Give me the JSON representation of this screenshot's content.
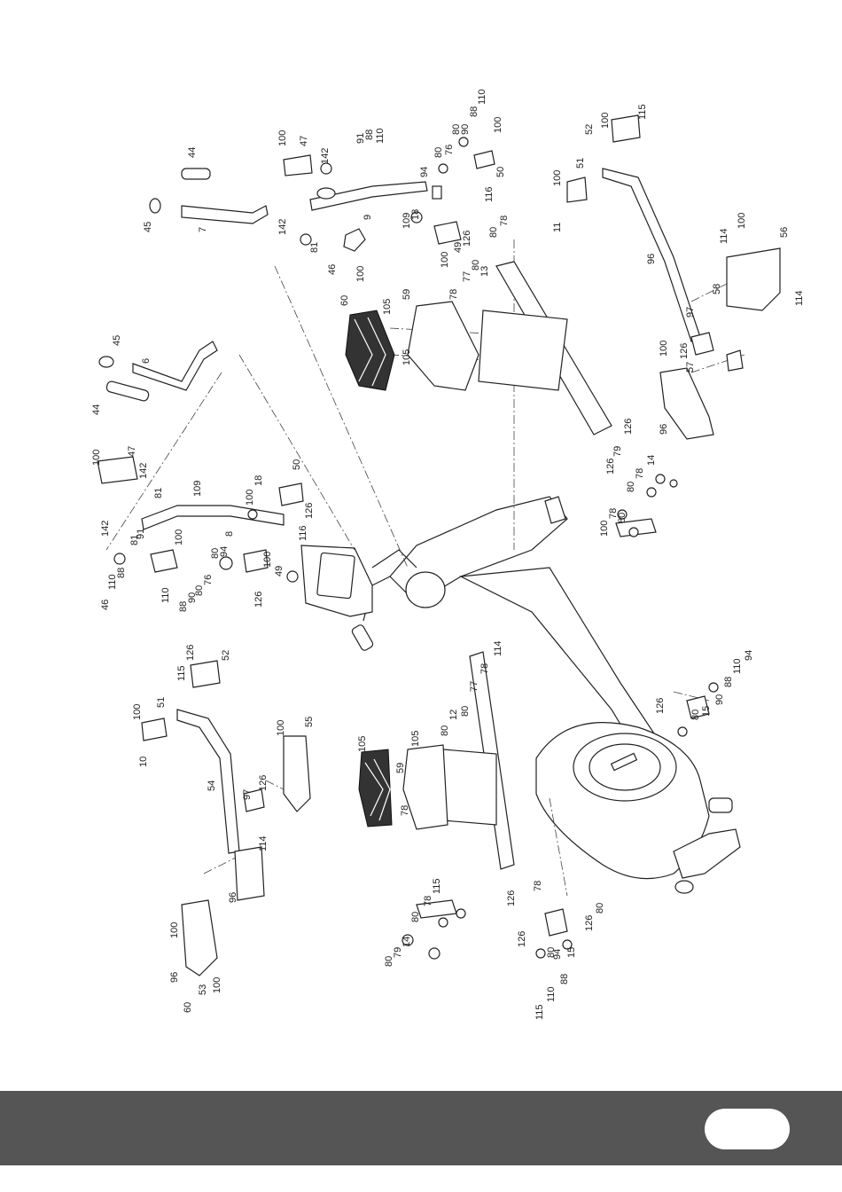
{
  "diagram": {
    "callouts": [
      "45",
      "7",
      "44",
      "142",
      "81",
      "91",
      "88",
      "110",
      "47",
      "100",
      "142",
      "46",
      "100",
      "9",
      "94",
      "80",
      "76",
      "80",
      "90",
      "88",
      "110",
      "100",
      "116",
      "50",
      "109",
      "18",
      "126",
      "49",
      "100",
      "13",
      "80",
      "78",
      "77",
      "80",
      "78",
      "105",
      "59",
      "60",
      "105",
      "45",
      "6",
      "44",
      "100",
      "47",
      "142",
      "81",
      "142",
      "81",
      "91",
      "88",
      "110",
      "46",
      "100",
      "110",
      "88",
      "90",
      "80",
      "76",
      "80",
      "94",
      "8",
      "109",
      "18",
      "100",
      "50",
      "126",
      "116",
      "49",
      "100",
      "126",
      "52",
      "100",
      "115",
      "51",
      "100",
      "11",
      "96",
      "100",
      "56",
      "114",
      "58",
      "97",
      "126",
      "57",
      "100",
      "96",
      "114",
      "126",
      "126",
      "79",
      "80",
      "78",
      "14",
      "80",
      "78",
      "100",
      "52",
      "126",
      "115",
      "51",
      "100",
      "10",
      "54",
      "100",
      "55",
      "97",
      "126",
      "114",
      "96",
      "100",
      "96",
      "53",
      "100",
      "60",
      "105",
      "59",
      "105",
      "78",
      "80",
      "12",
      "80",
      "77",
      "78",
      "114",
      "126",
      "78",
      "80",
      "79",
      "14",
      "80",
      "78",
      "115",
      "126",
      "94",
      "80",
      "126",
      "15",
      "80",
      "88",
      "110",
      "115",
      "126",
      "15",
      "80",
      "90",
      "88",
      "110",
      "94"
    ]
  }
}
